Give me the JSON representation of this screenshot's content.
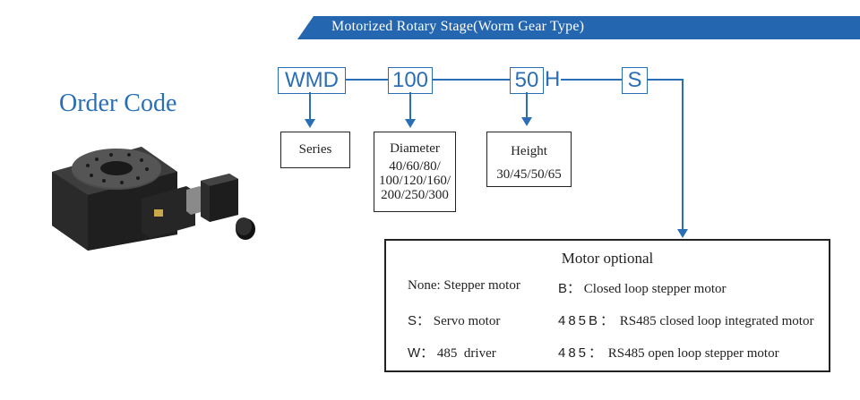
{
  "banner": {
    "title": "Motorized Rotary Stage(Worm Gear Type)",
    "color": "#2466b0"
  },
  "order_code": {
    "label": "Order Code"
  },
  "code": {
    "series": "WMD",
    "diameter": "100",
    "height": "50",
    "height_suffix": "H",
    "motor": "S"
  },
  "fields": {
    "series": {
      "title": "Series"
    },
    "diameter": {
      "title": "Diameter",
      "values": [
        "40/60/80/",
        "100/120/160/",
        "200/250/300"
      ]
    },
    "height": {
      "title": "Height",
      "values": "30/45/50/65"
    }
  },
  "motor_options": {
    "title": "Motor optional",
    "items": [
      {
        "key": "None:",
        "desc": "Stepper motor"
      },
      {
        "key": "B：",
        "desc": "Closed loop stepper motor"
      },
      {
        "key": "S：",
        "desc": "Servo motor"
      },
      {
        "key": "485B：",
        "desc": "RS485 closed loop integrated motor"
      },
      {
        "key": "W：",
        "desc": "485  driver"
      },
      {
        "key": "485：",
        "desc": "RS485 open loop stepper motor"
      }
    ]
  },
  "accent_color": "#2a6fb5"
}
